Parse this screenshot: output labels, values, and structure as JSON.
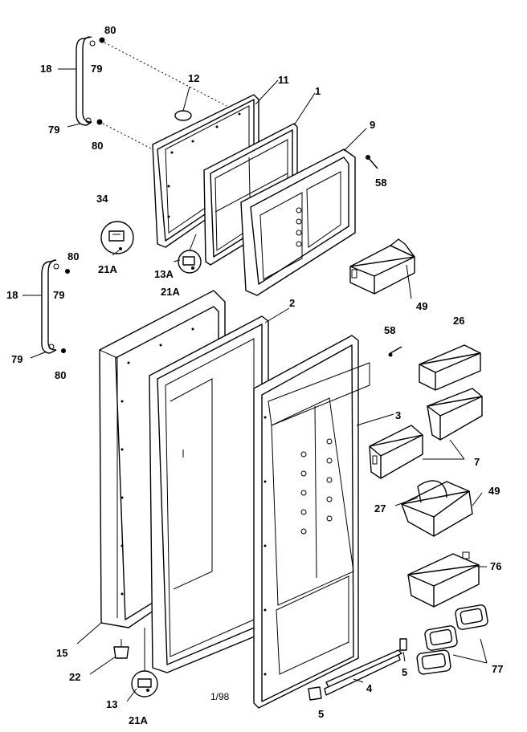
{
  "labels": {
    "p80a": "80",
    "p79a": "79",
    "p18a": "18",
    "p79b": "79",
    "p80b": "80",
    "p12": "12",
    "p11": "11",
    "p1": "1",
    "p9": "9",
    "p58a": "58",
    "p34": "34",
    "p21a1": "21A",
    "p13a": "13A",
    "p21a2": "21A",
    "p49a": "49",
    "p80c": "80",
    "p18b": "18",
    "p79c": "79",
    "p79d": "79",
    "p80d": "80",
    "p2": "2",
    "p58b": "58",
    "p26": "26",
    "p3": "3",
    "p7": "7",
    "p27": "27",
    "p49b": "49",
    "p76": "76",
    "p15": "15",
    "p22": "22",
    "p5a": "5",
    "p4": "4",
    "p77": "77",
    "p13": "13",
    "p21a3": "21A",
    "p5b": "5"
  },
  "date_code": "1/98"
}
